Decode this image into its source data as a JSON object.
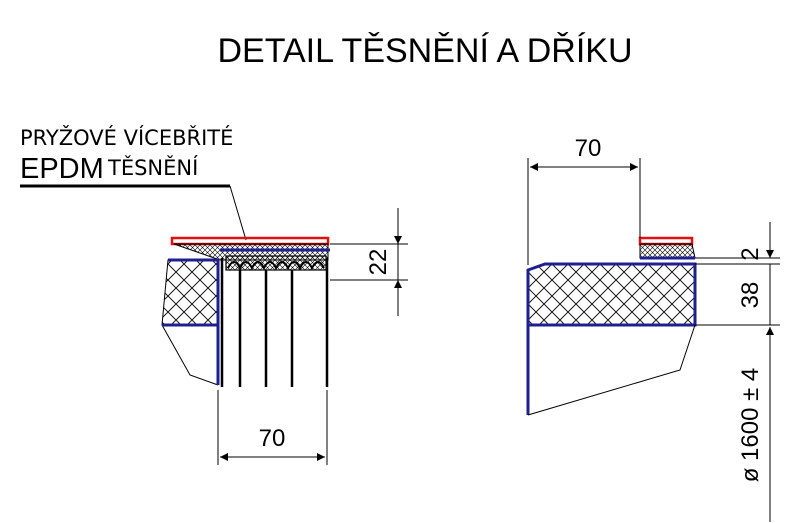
{
  "title": "DETAIL TĚSNĚNÍ A DŘÍKU",
  "callout": {
    "line1": "PRYŽOVÉ VÍCEBŘITÉ",
    "line2_big": "EPDM",
    "line2_small": "TĚSNĚNÍ"
  },
  "left_view": {
    "dim_width": "70",
    "dim_height": "22"
  },
  "right_view": {
    "dim_top_width": "70",
    "dim_seal": "2",
    "dim_thickness": "38",
    "dim_diameter": "ø 1600 ± 4"
  },
  "colors": {
    "outline": "#1f1f8f",
    "seal": "#e01010",
    "line": "#000000"
  }
}
